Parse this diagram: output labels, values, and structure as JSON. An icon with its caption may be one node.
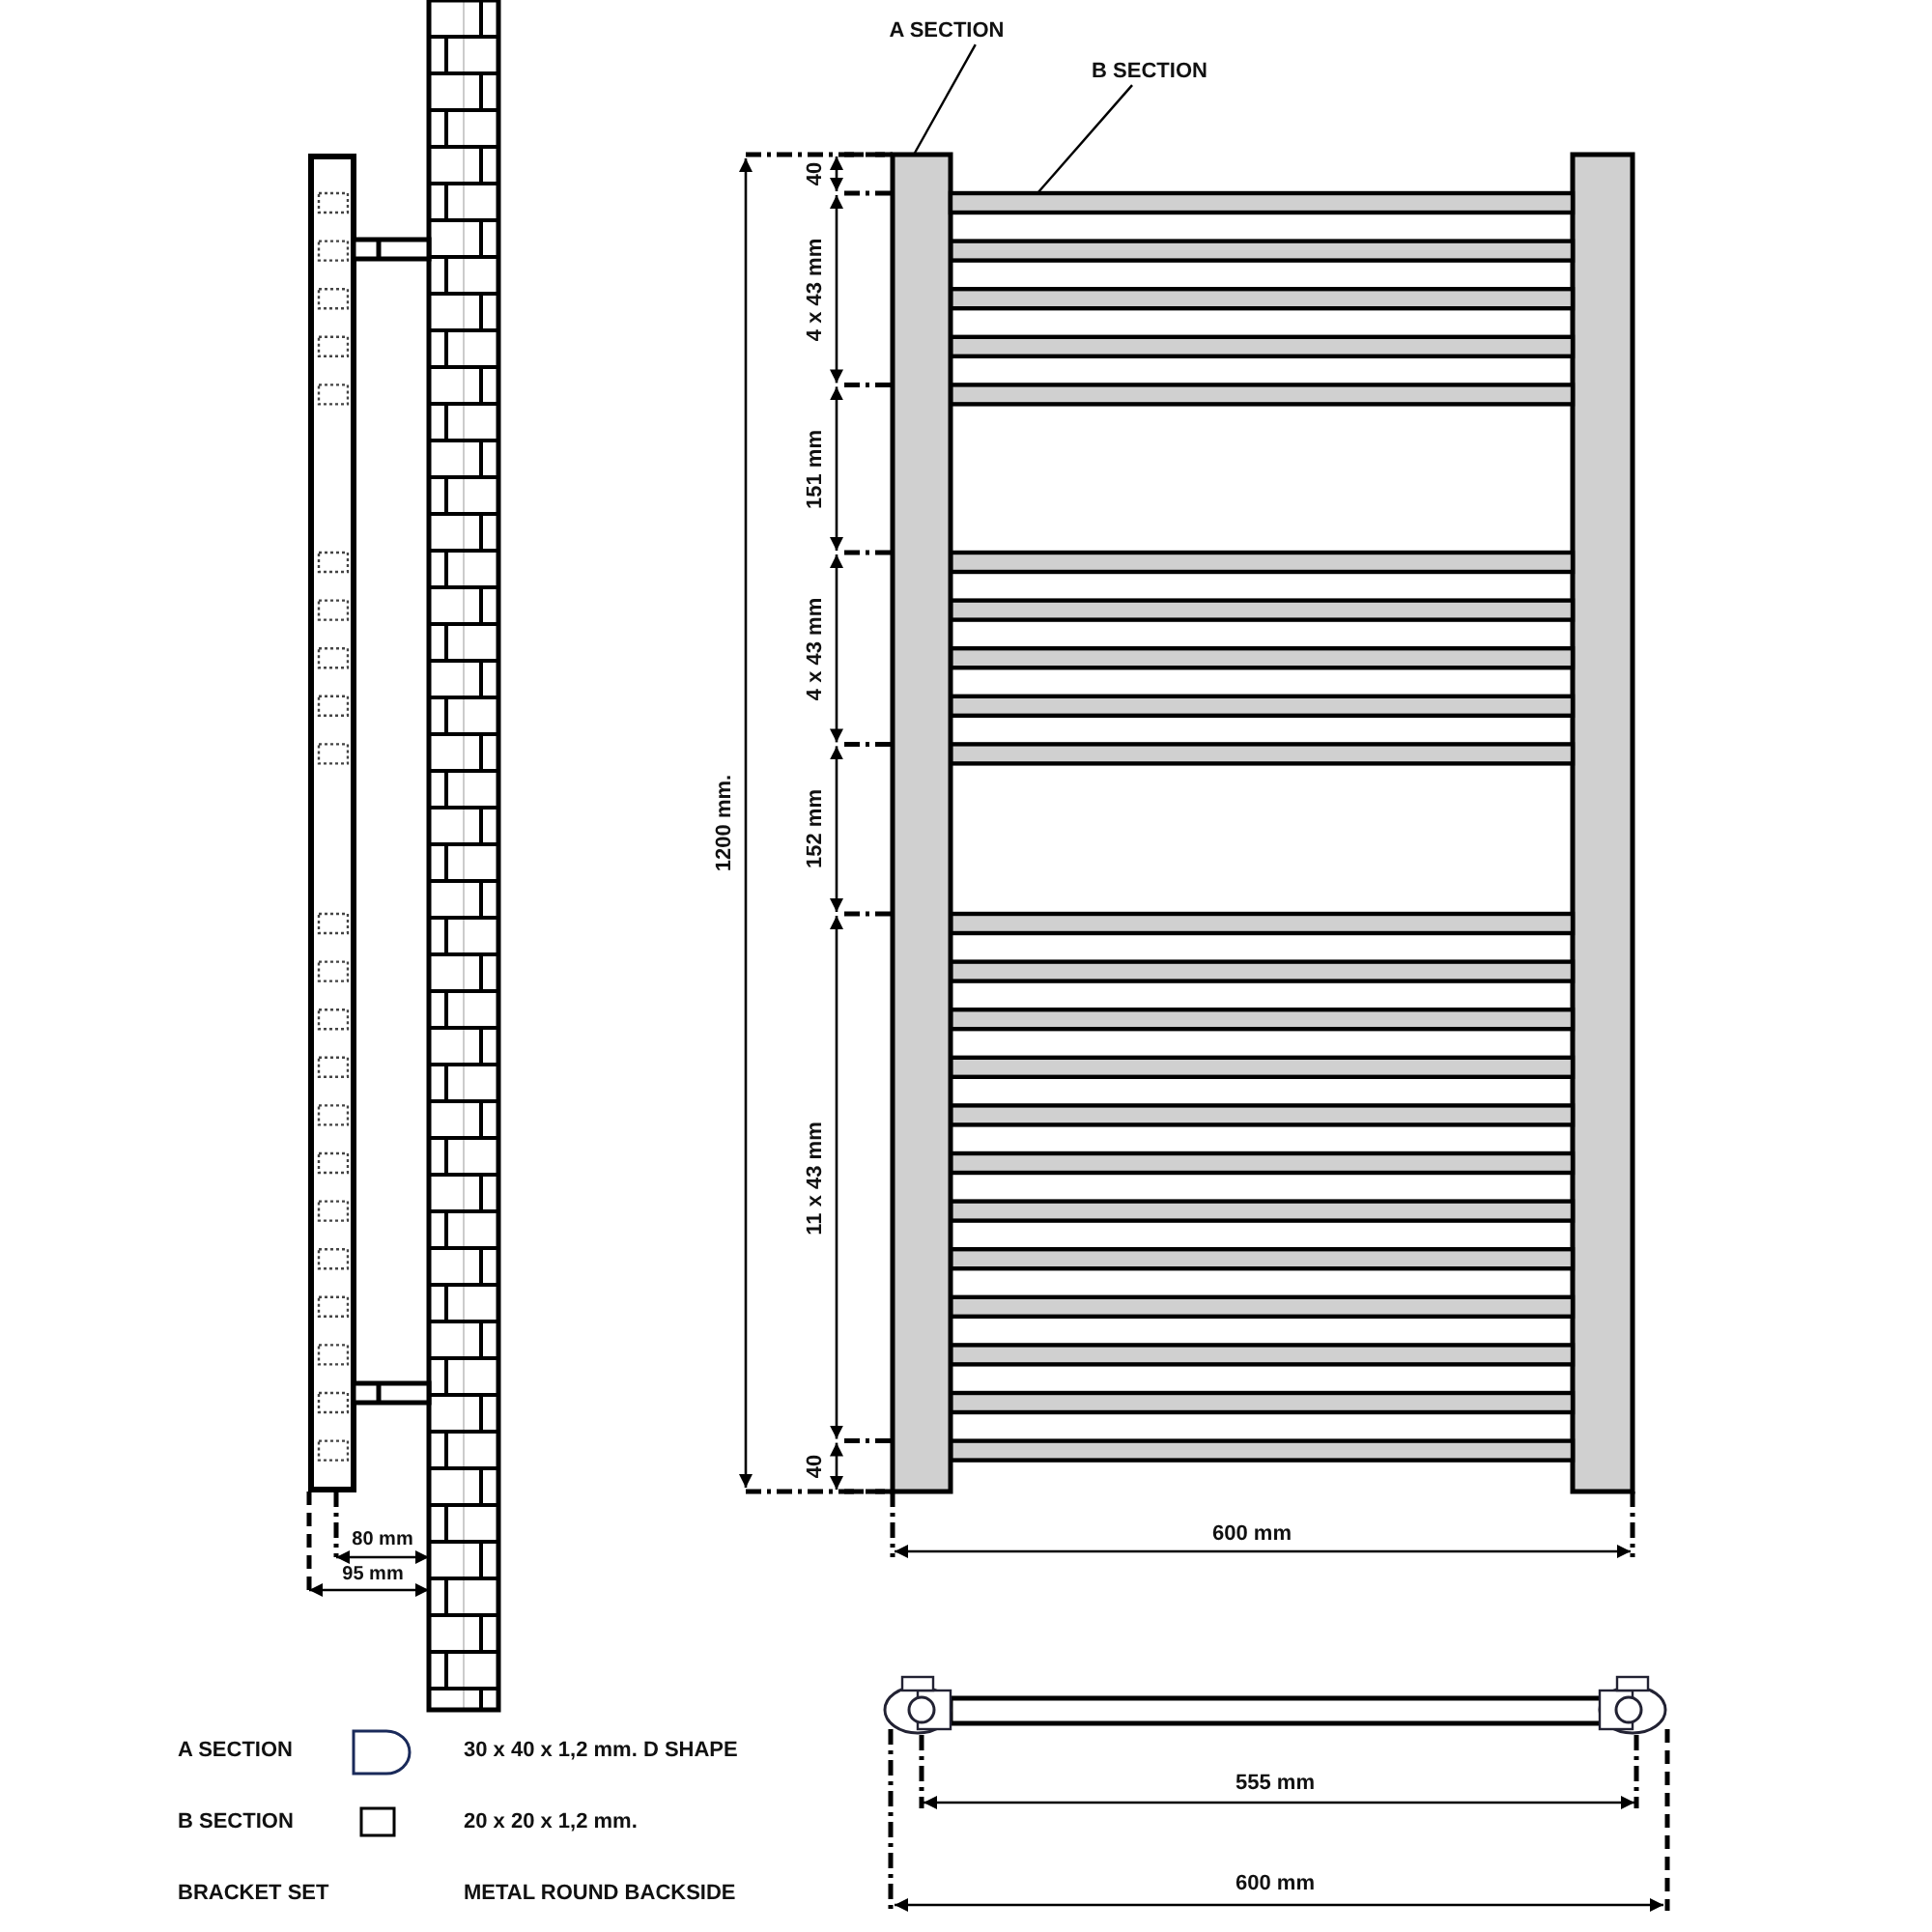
{
  "diagram": {
    "nodes": [
      {
        "text": [
          "A SECTION"
        ]
      },
      {
        "text": [
          "B SECTION"
        ]
      },
      {
        "text": [],
        "shape": "bar"
      },
      {
        "text": [],
        "shape": "bar"
      }
    ],
    "edges": [
      {
        "from": 0,
        "to": 2,
        "arrow": "none"
      },
      {
        "from": 1,
        "to": 3,
        "arrow": "none"
      }
    ],
    "labels": [
      "40",
      "4 x 43 mm",
      "151 mm",
      "4 x 43 mm",
      "152 mm",
      "11 x 43 mm",
      "40",
      "1200 mm.",
      "80 mm",
      "600 mm",
      "95 mm",
      "555 mm",
      "600 mm",
      "A SECTION",
      "30 x 40 x 1,2 mm. D SHAPE",
      "B SECTION",
      "20 x 20 x 1,2 mm.",
      "BRACKET SET",
      "METAL ROUND BACKSIDE"
    ]
  }
}
